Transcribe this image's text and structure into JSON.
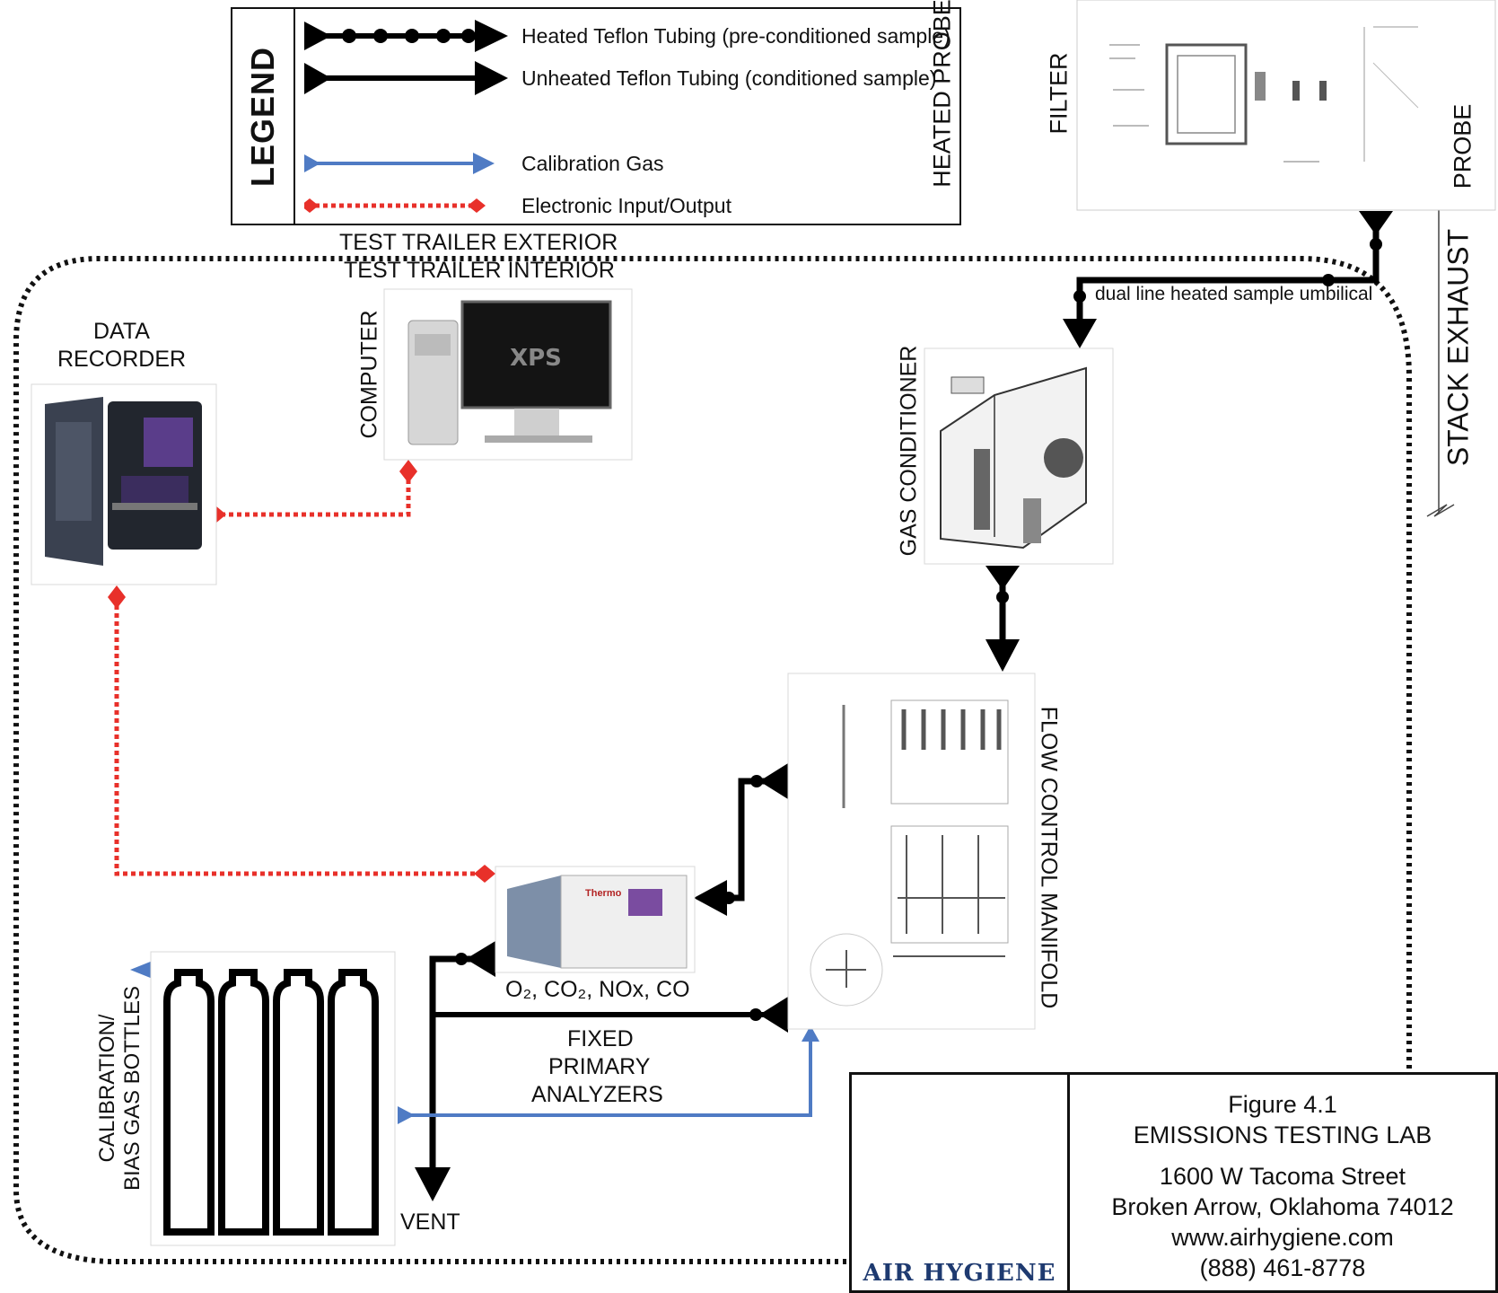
{
  "legend": {
    "title": "LEGEND",
    "items": [
      {
        "label": "Heated Teflon Tubing (pre-conditioned sample)",
        "line": "heated"
      },
      {
        "label": "Unheated Teflon Tubing (conditioned sample)",
        "line": "unheated"
      },
      {
        "label": "Calibration Gas",
        "line": "calibration"
      },
      {
        "label": "Electronic Input/Output",
        "line": "electronic"
      }
    ]
  },
  "labels": {
    "exterior": "TEST TRAILER EXTERIOR",
    "interior": "TEST TRAILER INTERIOR",
    "heated_probe_filter_1": "HEATED PROBE",
    "heated_probe_filter_2": "FILTER",
    "probe": "PROBE",
    "stack_exhaust": "STACK EXHAUST",
    "umbilical": "dual line heated sample umbilical",
    "data_recorder_1": "DATA",
    "data_recorder_2": "RECORDER",
    "computer": "COMPUTER",
    "gas_conditioner": "GAS CONDITIONER",
    "flow_control_manifold": "FLOW CONTROL MANIFOLD",
    "analyzer_gases": "O₂, CO₂, NOx, CO",
    "fixed_1": "FIXED",
    "fixed_2": "PRIMARY",
    "fixed_3": "ANALYZERS",
    "cal_bottles_1": "CALIBRATION/",
    "cal_bottles_2": "BIAS GAS BOTTLES",
    "vent": "VENT",
    "analyzer_brand": "Thermo"
  },
  "title_block": {
    "figure": "Figure 4.1",
    "lab": "EMISSIONS TESTING LAB",
    "street": "1600 W Tacoma Street",
    "city": "Broken Arrow, Oklahoma 74012",
    "web": "www.airhygiene.com",
    "phone": "(888) 461-8778",
    "logo_text": "AIR HYGIENE"
  },
  "colors": {
    "heated": "#000000",
    "calibration": "#4f7bc4",
    "electronic": "#e8302a",
    "boundary": "#111111",
    "logo_blue": "#1e3a70"
  }
}
